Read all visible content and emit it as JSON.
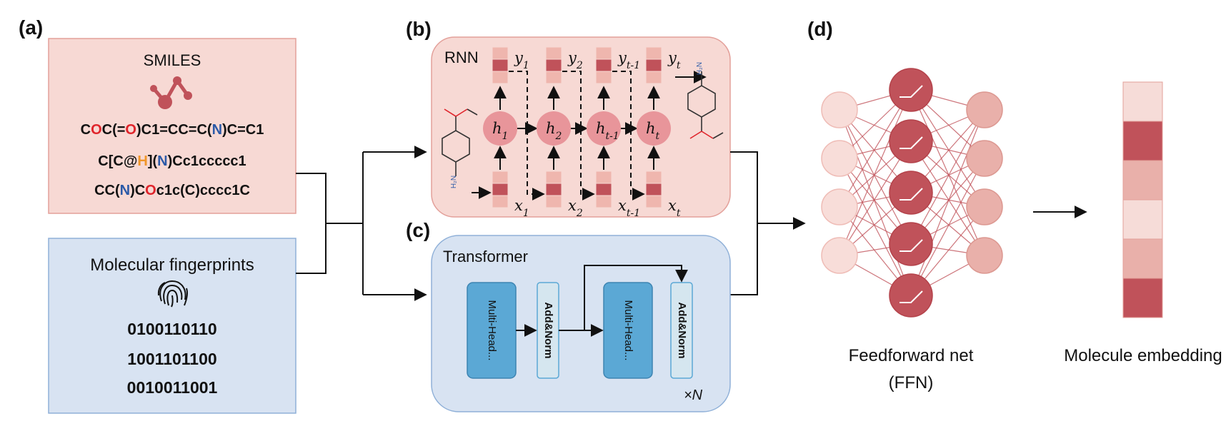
{
  "labels": {
    "a": "(a)",
    "b": "(b)",
    "c": "(c)",
    "d": "(d)"
  },
  "panel_a": {
    "smiles_title": "SMILES",
    "smiles_lines": [
      [
        {
          "t": "C",
          "c": "#111111"
        },
        {
          "t": "O",
          "c": "#e0242b"
        },
        {
          "t": "C(=",
          "c": "#111111"
        },
        {
          "t": "O",
          "c": "#e0242b"
        },
        {
          "t": ")C1=CC=C(",
          "c": "#111111"
        },
        {
          "t": "N",
          "c": "#2c5aa8"
        },
        {
          "t": ")C=C1",
          "c": "#111111"
        }
      ],
      [
        {
          "t": "C[C@",
          "c": "#111111"
        },
        {
          "t": "H",
          "c": "#f0962a"
        },
        {
          "t": "](",
          "c": "#111111"
        },
        {
          "t": "N",
          "c": "#2c5aa8"
        },
        {
          "t": ")Cc1ccccc1",
          "c": "#111111"
        }
      ],
      [
        {
          "t": "CC(",
          "c": "#111111"
        },
        {
          "t": "N",
          "c": "#2c5aa8"
        },
        {
          "t": ")C",
          "c": "#111111"
        },
        {
          "t": "O",
          "c": "#e0242b"
        },
        {
          "t": "c1c(C)cccc1C",
          "c": "#111111"
        }
      ]
    ],
    "fingerprint_title": "Molecular fingerprints",
    "bit_strings": [
      "0100110110",
      "1001101100",
      "0010011001"
    ],
    "colors": {
      "smiles_box": "#f7d9d4",
      "smiles_border": "#e3a09a",
      "fp_box": "#d8e3f2",
      "fp_border": "#8fb0d8"
    }
  },
  "panel_b": {
    "title": "RNN",
    "hidden": [
      {
        "base": "h",
        "sub": "1"
      },
      {
        "base": "h",
        "sub": "2"
      },
      {
        "base": "h",
        "sub": "t-1"
      },
      {
        "base": "h",
        "sub": "t"
      }
    ],
    "outputs": [
      {
        "base": "y",
        "sub": "1"
      },
      {
        "base": "y",
        "sub": "2"
      },
      {
        "base": "y",
        "sub": "t-1"
      },
      {
        "base": "y",
        "sub": "t"
      }
    ],
    "inputs": [
      {
        "base": "x",
        "sub": "1"
      },
      {
        "base": "x",
        "sub": "2"
      },
      {
        "base": "x",
        "sub": "t-1"
      },
      {
        "base": "x",
        "sub": "t"
      }
    ],
    "amine_label": "H₂N",
    "colors": {
      "box": "#f7d9d4",
      "border": "#e3a09a",
      "node": "#e8959a"
    }
  },
  "panel_c": {
    "title": "Transformer",
    "block1": "Multi-Head...",
    "norm1": "Add&Norm",
    "block2": "Multi-Head...",
    "norm2": "Add&Norm",
    "repeat": "×N",
    "colors": {
      "box": "#d8e3f2",
      "border": "#8fb0d8",
      "attn": "#5ba8d5",
      "norm": "#d5e6ef"
    }
  },
  "panel_d": {
    "ffn_label_1": "Feedforward net",
    "ffn_label_2": "(FFN)",
    "embedding_label": "Molecule embedding",
    "colors": {
      "dark": "#c0525a",
      "light": "#f6dcd8",
      "mid": "#e9b0aa"
    }
  }
}
